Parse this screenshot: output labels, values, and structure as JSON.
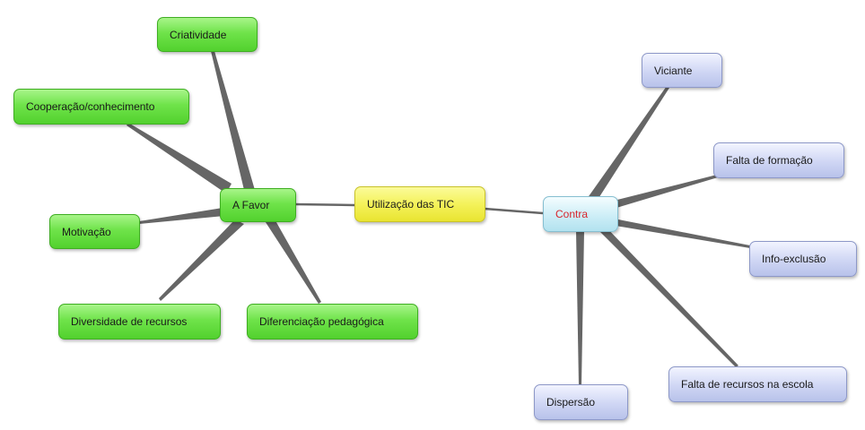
{
  "diagram": {
    "central": {
      "label": "Utilização das TIC"
    },
    "branches": {
      "favor": {
        "label": "A Favor",
        "children": [
          {
            "label": "Criatividade"
          },
          {
            "label": "Cooperação/conhecimento"
          },
          {
            "label": "Motivação"
          },
          {
            "label": "Diversidade de recursos"
          },
          {
            "label": "Diferenciação pedagógica"
          }
        ]
      },
      "contra": {
        "label": "Contra",
        "children": [
          {
            "label": "Viciante"
          },
          {
            "label": "Falta de formação"
          },
          {
            "label": "Info-exclusão"
          },
          {
            "label": "Falta de recursos na escola"
          },
          {
            "label": "Dispersão"
          }
        ]
      }
    }
  },
  "colors": {
    "favor_nodes": "#6fe34a",
    "central_node": "#f4f25a",
    "contra_nodes": "#cfd6f4",
    "contra_hub": "#cdeef7",
    "contra_hub_text": "#d8262c",
    "connector": "#666666"
  }
}
